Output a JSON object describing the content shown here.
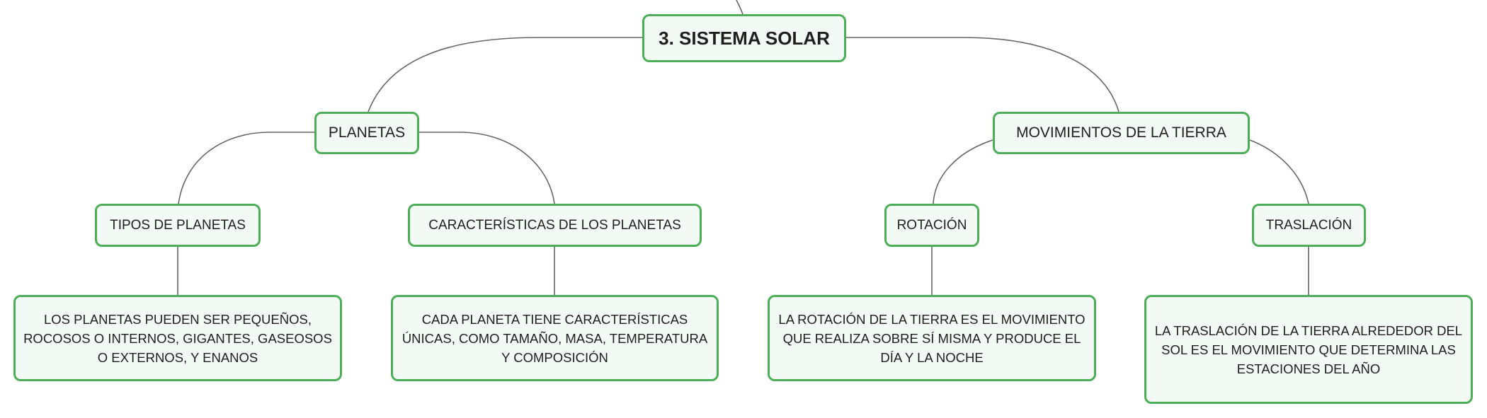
{
  "colors": {
    "node_border": "#4caf58",
    "node_fill": "#f3f9f4",
    "connector": "#666666",
    "text": "#1f1f1f"
  },
  "map": {
    "root": "3. SISTEMA SOLAR",
    "planetas": {
      "label": "PLANETAS",
      "tipos": {
        "label": "TIPOS DE PLANETAS",
        "detail": "LOS PLANETAS PUEDEN SER PEQUEÑOS, ROCOSOS O INTERNOS, GIGANTES, GASEOSOS O EXTERNOS, Y ENANOS"
      },
      "caracteristicas": {
        "label": "CARACTERÍSTICAS DE LOS PLANETAS",
        "detail": "CADA PLANETA TIENE CARACTERÍSTICAS ÚNICAS, COMO TAMAÑO, MASA, TEMPERATURA Y COMPOSICIÓN"
      }
    },
    "movimientos": {
      "label": "MOVIMIENTOS DE LA TIERRA",
      "rotacion": {
        "label": "ROTACIÓN",
        "detail": "LA ROTACIÓN DE LA TIERRA ES EL MOVIMIENTO QUE REALIZA SOBRE SÍ MISMA Y PRODUCE EL DÍA Y LA NOCHE"
      },
      "traslacion": {
        "label": "TRASLACIÓN",
        "detail": "LA TRASLACIÓN DE LA TIERRA ALREDEDOR DEL SOL ES EL MOVIMIENTO QUE DETERMINA LAS ESTACIONES DEL AÑO"
      }
    }
  }
}
